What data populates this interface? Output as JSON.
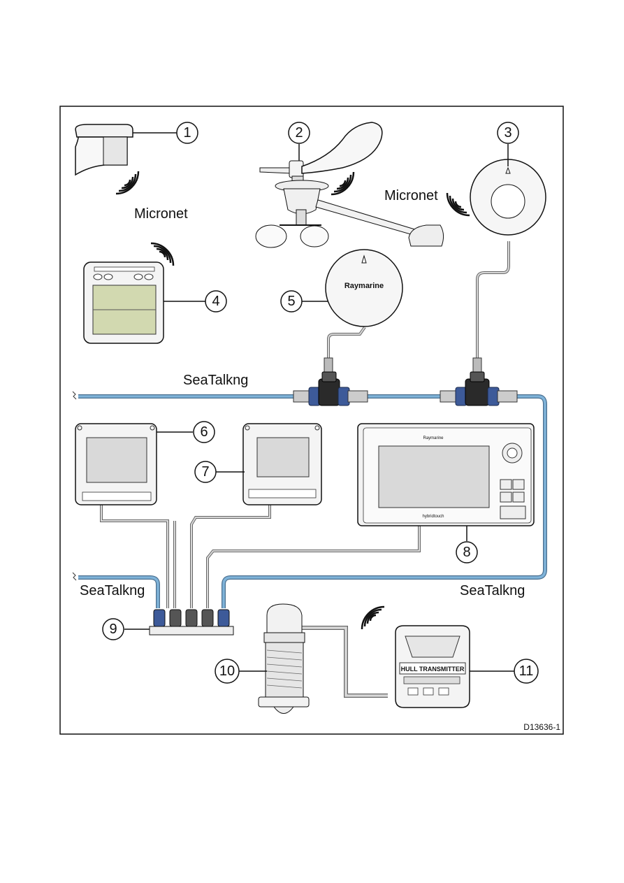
{
  "diagram": {
    "reference_code": "D13636-1",
    "labels": {
      "micronet_left": "Micronet",
      "micronet_right": "Micronet",
      "seatalkng_top": "SeaTalkng",
      "seatalkng_bottom_left": "SeaTalkng",
      "seatalkng_bottom_right": "SeaTalkng"
    },
    "callouts": [
      "1",
      "2",
      "3",
      "4",
      "5",
      "6",
      "7",
      "8",
      "9",
      "10",
      "11"
    ],
    "device_text": {
      "pilot_brand": "Raymarine",
      "mfd_brand": "Raymarine",
      "mfd_model": "hybridtouch",
      "hull_transmitter": "HULL TRANSMITTER"
    },
    "colors": {
      "backbone_blue": "#7fb3d9",
      "connector_blue": "#3d5a99",
      "lcd_green": "#d2d9b0",
      "screen_grey": "#d9d9d9",
      "cable_grey": "#9a9a9a"
    },
    "icons": [
      "wireless-signal-icon"
    ]
  }
}
